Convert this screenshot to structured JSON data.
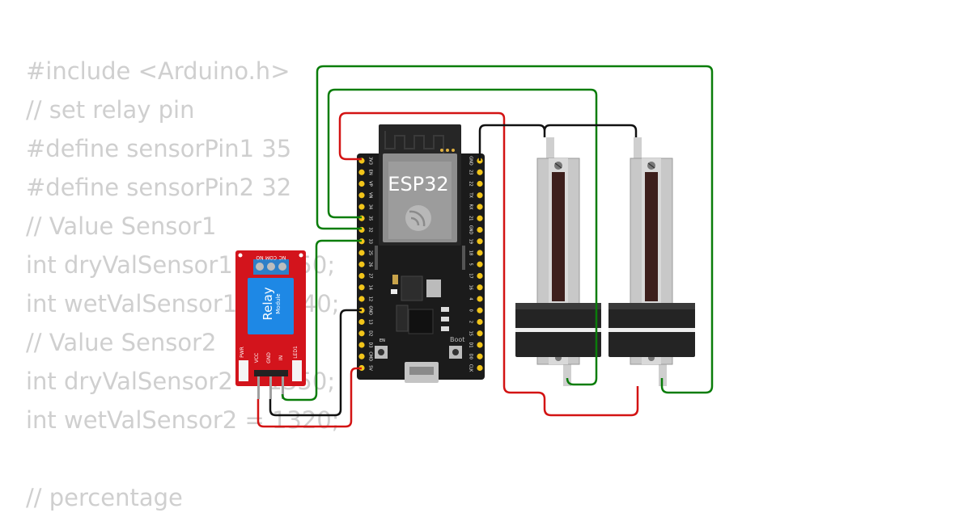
{
  "code_lines": [
    "#include <Arduino.h>",
    "// set relay pin",
    "#define sensorPin1 35",
    "#define sensorPin2 32",
    "// Value Sensor1",
    "int dryValSensor1 = 1350;",
    "int wetValSensor1 = 1340;",
    "// Value Sensor2",
    "int dryValSensor2 = 1350;",
    "int wetValSensor2 = 1320;",
    "",
    "// percentage"
  ],
  "esp32": {
    "title": "ESP32",
    "boot_label": "Boot",
    "en_label": "EN",
    "left_pins": [
      "3V3",
      "EN",
      "VP",
      "VN",
      "34",
      "35",
      "32",
      "33",
      "25",
      "26",
      "27",
      "14",
      "12",
      "GND",
      "13",
      "D2",
      "D3",
      "CMD",
      "5V"
    ],
    "right_pins": [
      "GND",
      "23",
      "22",
      "TX",
      "RX",
      "21",
      "GND",
      "19",
      "18",
      "5",
      "17",
      "16",
      "4",
      "0",
      "2",
      "15",
      "D1",
      "D0",
      "CLK"
    ]
  },
  "relay": {
    "title": "Relay",
    "subtitle": "Module",
    "terminal_labels": [
      "NC",
      "COM",
      "NO"
    ],
    "pin_labels": [
      "VCC",
      "GND",
      "IN"
    ],
    "led_labels": [
      "PWR",
      "LED1"
    ]
  },
  "colors": {
    "wire_green": "#0a7d0a",
    "wire_red": "#d31313",
    "wire_black": "#111111",
    "board": "#1b1b1b",
    "relay_board": "#d3141c",
    "relay_body": "#1e88e5"
  }
}
